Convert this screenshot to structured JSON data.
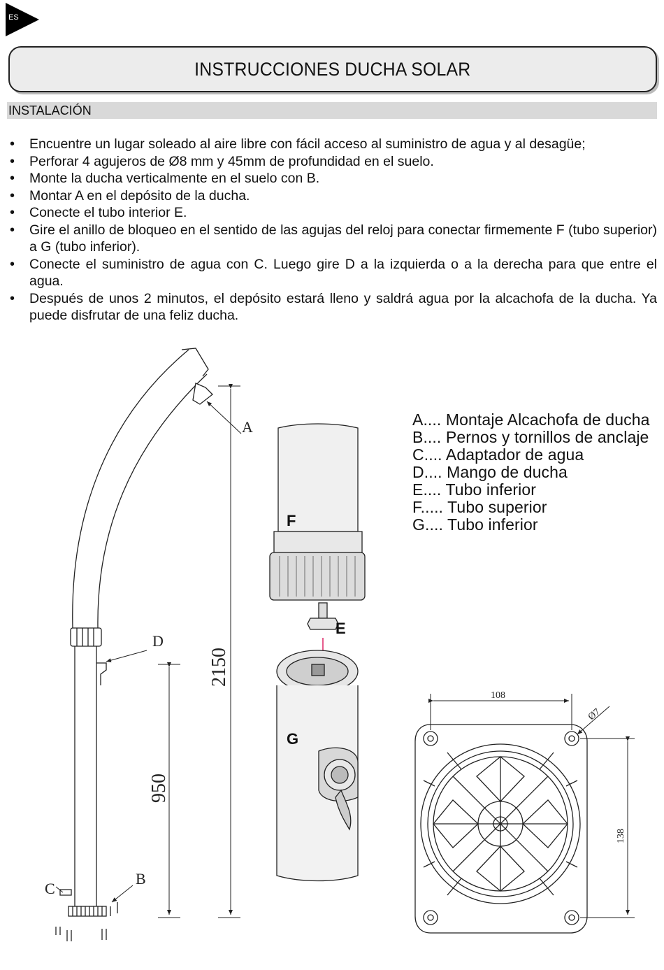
{
  "lang": "ES",
  "title": "INSTRUCCIONES DUCHA SOLAR",
  "section": "INSTALACIÓN",
  "steps": [
    "Encuentre un lugar soleado al aire libre con fácil acceso al suministro de agua y al desagüe;",
    "Perforar 4 agujeros de Ø8 mm y 45mm de profundidad en el suelo.",
    "Monte la ducha verticalmente en el suelo con B.",
    "Montar A en el depósito de la ducha.",
    "Conecte el tubo interior E.",
    "Gire el anillo de bloqueo en el sentido de las agujas del reloj para conectar firmemente F (tubo superior) a G (tubo inferior).",
    "Conecte el suministro de agua con C. Luego gire D a la izquierda o a la derecha para que entre el agua.",
    "Después de unos 2 minutos, el depósito estará lleno y saldrá agua por la alcachofa de la ducha. Ya puede disfrutar de una feliz ducha."
  ],
  "legend": [
    "A.... Montaje Alcachofa de ducha",
    "B.... Pernos y tornillos de anclaje",
    "C.... Adaptador de agua",
    "D.... Mango de ducha",
    "E.... Tubo inferior",
    "F..... Tubo superior",
    "G.... Tubo inferior"
  ],
  "diagram": {
    "labels": {
      "a": "A",
      "b": "B",
      "c": "C",
      "d": "D",
      "e": "E",
      "f": "F",
      "g": "G"
    },
    "dims": {
      "height_total": "2150",
      "height_tap": "950",
      "width_base": "108",
      "depth_base": "138",
      "hole": "Ø7"
    }
  }
}
